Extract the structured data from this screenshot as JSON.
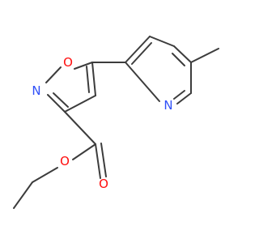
{
  "molecule": {
    "atoms": {
      "ring_oxygen": "O",
      "ring_nitrogen": "N",
      "pyridine_nitrogen": "N",
      "carbonyl_oxygen": "O",
      "ester_oxygen": "O"
    }
  },
  "colors": {
    "bond": "#3c3c3c",
    "oxygen": "#ff0d0d",
    "nitrogen": "#3050f8"
  }
}
